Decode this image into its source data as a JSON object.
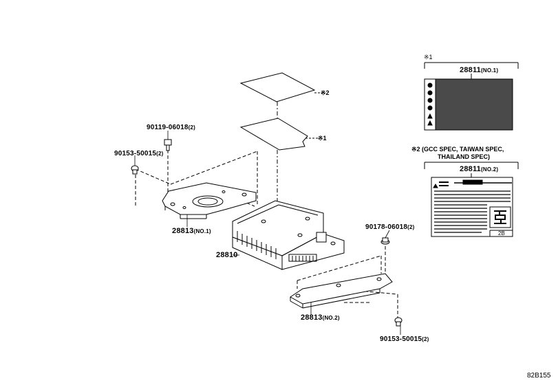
{
  "parts": {
    "bolt_top_left": {
      "number": "90119-06018",
      "qty": "(2)"
    },
    "screw_left": {
      "number": "90153-50015",
      "qty": "(2)"
    },
    "bracket_no1": {
      "number": "28813",
      "suffix": "(NO.1)"
    },
    "ecu": {
      "number": "28810"
    },
    "bolt_right": {
      "number": "90178-06018",
      "qty": "(2)"
    },
    "bracket_no2": {
      "number": "28813",
      "suffix": "(NO.2)"
    },
    "screw_bottom": {
      "number": "90153-50015",
      "qty": "(2)"
    }
  },
  "labels": {
    "mark1": "※1",
    "mark2": "※2"
  },
  "legend": {
    "label1": {
      "mark": "※1",
      "number": "28811",
      "suffix": "(NO.1)"
    },
    "label2": {
      "note_line1": "※2 (GCC SPEC, TAIWAN SPEC,",
      "note_line2": "THAILAND SPEC)",
      "number": "28811",
      "suffix": "(NO.2)",
      "corner": "2B"
    }
  },
  "figure_id": "82B155"
}
